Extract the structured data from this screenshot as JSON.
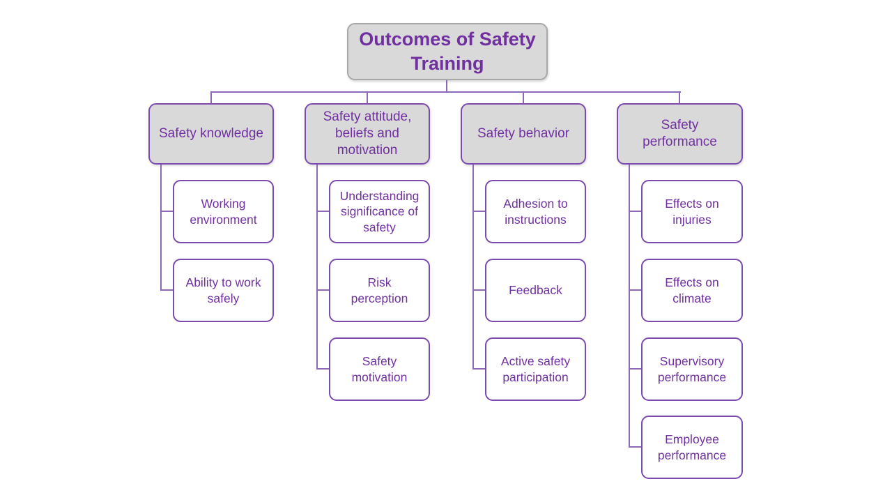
{
  "diagram": {
    "type": "hierarchy-chart",
    "root": "Outcomes of Safety Training",
    "branches": [
      {
        "label": "Safety knowledge",
        "children": [
          "Working environment",
          "Ability to work safely"
        ]
      },
      {
        "label": "Safety attitude, beliefs and motivation",
        "children": [
          "Understanding significance of safety",
          "Risk perception",
          "Safety motivation"
        ]
      },
      {
        "label": "Safety behavior",
        "children": [
          "Adhesion to instructions",
          "Feedback",
          "Active safety participation"
        ]
      },
      {
        "label": "Safety performance",
        "children": [
          "Effects on injuries",
          "Effects on climate",
          "Supervisory performance",
          "Employee performance"
        ]
      }
    ],
    "colors": {
      "text": "#7030A0",
      "node_border": "#7C4BAD",
      "connector": "#8C68B8",
      "filled_node_background": "#D9D9D9",
      "leaf_node_background": "#FFFFFF",
      "page_background": "#FFFFFF"
    }
  }
}
